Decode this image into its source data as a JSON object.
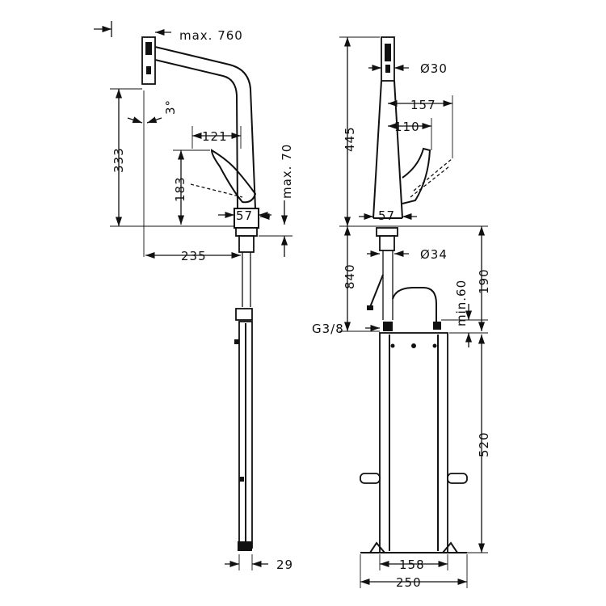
{
  "labels": {
    "max_760": "max. 760",
    "angle_3": "3°",
    "d121": "121",
    "d333": "333",
    "d183": "183",
    "max_70": "max. 70",
    "d57_left": "57",
    "d235": "235",
    "d29": "29",
    "d445": "445",
    "dia30": "Ø30",
    "d157": "157",
    "d110": "110",
    "d57_right": "57",
    "dia34": "Ø34",
    "d840": "840",
    "min60": "min.60",
    "d190": "190",
    "g38": "G3/8",
    "d520": "520",
    "d158": "158",
    "d250": "250"
  }
}
